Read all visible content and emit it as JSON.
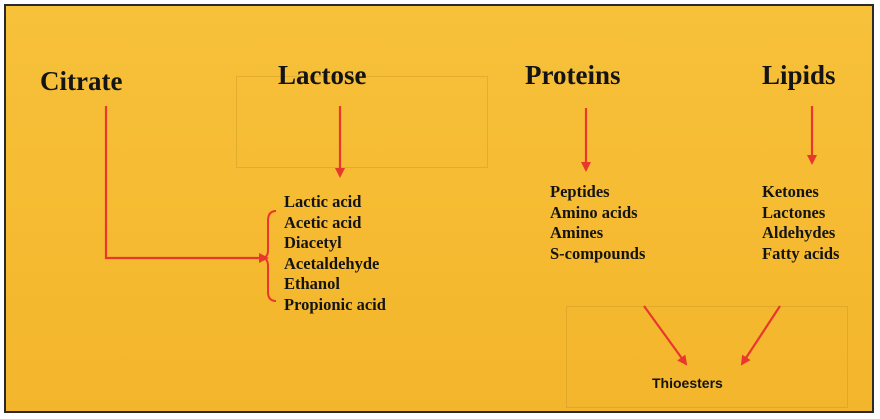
{
  "colors": {
    "background": "#f6bc33",
    "arrow": "#e8372d",
    "text": "#141414",
    "border": "#2a2a2a"
  },
  "headings": {
    "citrate": "Citrate",
    "lactose": "Lactose",
    "proteins": "Proteins",
    "lipids": "Lipids"
  },
  "lactose_products": [
    "Lactic acid",
    "Acetic acid",
    "Diacetyl",
    "Acetaldehyde",
    "Ethanol",
    "Propionic acid"
  ],
  "protein_products": [
    "Peptides",
    "Amino acids",
    "Amines",
    "S-compounds"
  ],
  "lipid_products": [
    "Ketones",
    "Lactones",
    "Aldehydes",
    "Fatty acids"
  ],
  "convergence_product": "Thioesters"
}
